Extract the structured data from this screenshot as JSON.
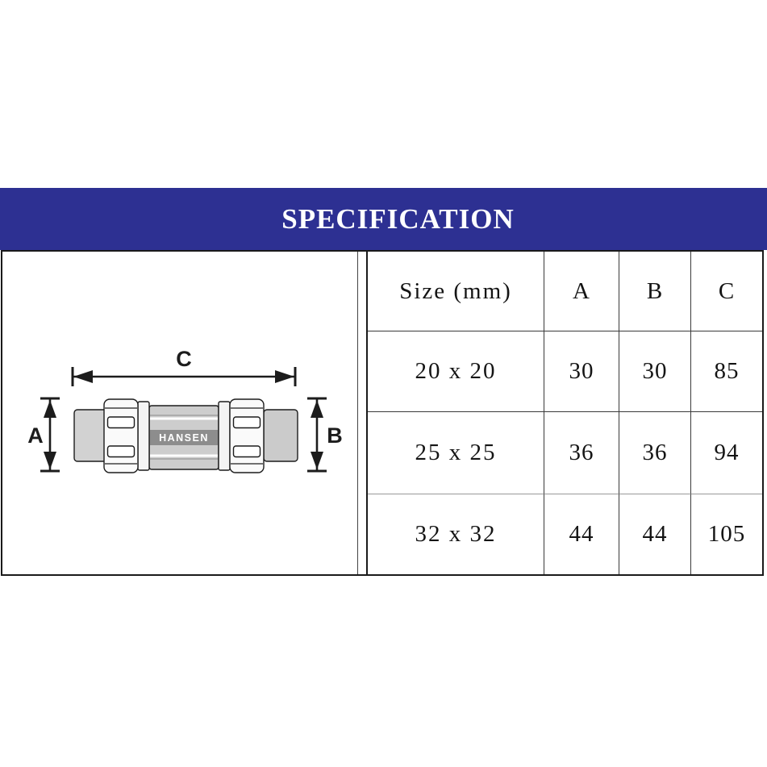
{
  "page": {
    "background": "#ffffff"
  },
  "header": {
    "title": "SPECIFICATION",
    "bg_color": "#2d3092",
    "text_color": "#ffffff"
  },
  "diagram": {
    "brand_label": "HANSEN",
    "dim_label_a": "A",
    "dim_label_b": "B",
    "dim_label_c": "C"
  },
  "table": {
    "columns": [
      "Size (mm)",
      "A",
      "B",
      "C"
    ],
    "rows": [
      {
        "size": "20 x 20",
        "a": "30",
        "b": "30",
        "c": "85"
      },
      {
        "size": "25 x 25",
        "a": "36",
        "b": "36",
        "c": "94"
      },
      {
        "size": "32 x 32",
        "a": "44",
        "b": "44",
        "c": "105"
      }
    ]
  }
}
